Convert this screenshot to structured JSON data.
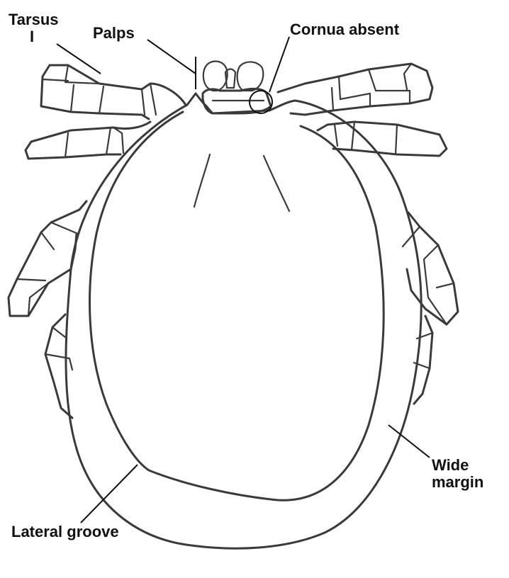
{
  "labels": {
    "tarsus": [
      "Tarsus",
      "I"
    ],
    "palps": "Palps",
    "cornua": "Cornua absent",
    "wide_margin": [
      "Wide",
      "margin"
    ],
    "lateral_groove": "Lateral groove"
  }
}
